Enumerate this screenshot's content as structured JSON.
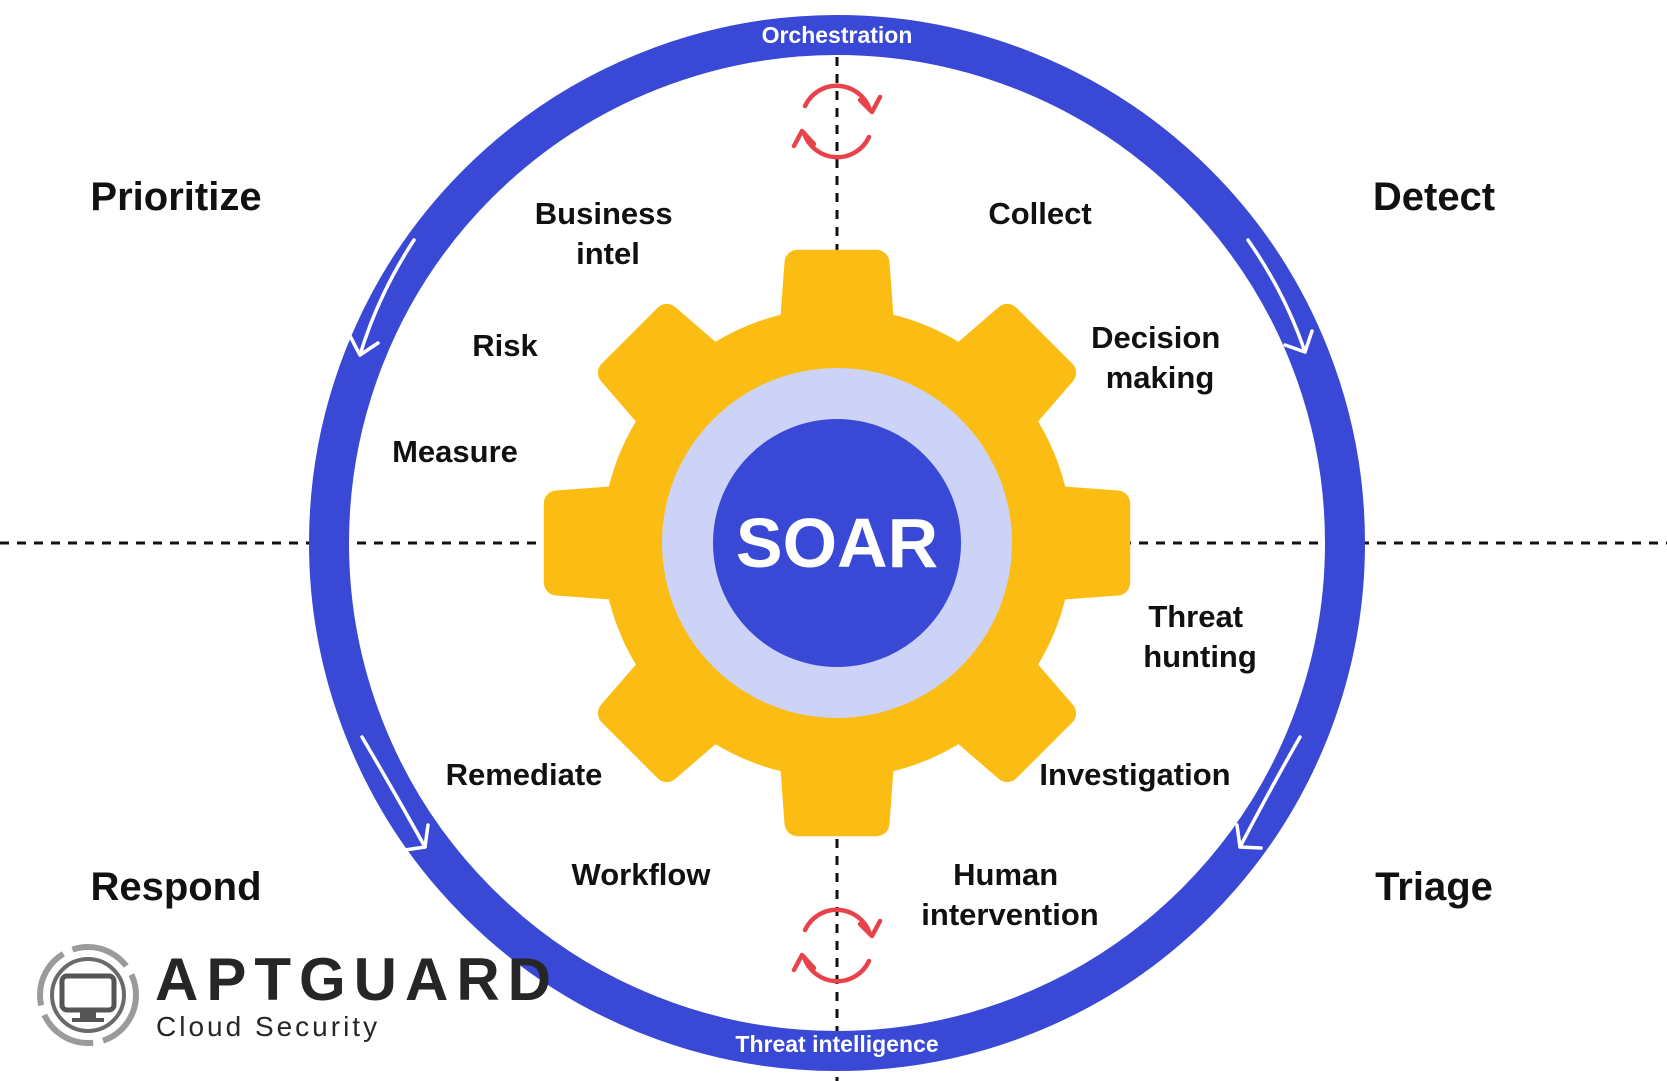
{
  "center": {
    "label": "SOAR"
  },
  "ring": {
    "top_label": "Orchestration",
    "bottom_label": "Threat intelligence"
  },
  "quadrants": {
    "top_left": "Prioritize",
    "top_right": "Detect",
    "bottom_left": "Respond",
    "bottom_right": "Triage"
  },
  "items": {
    "business_intel": [
      "Business",
      "intel"
    ],
    "risk": "Risk",
    "measure": "Measure",
    "collect": "Collect",
    "decision_making": [
      "Decision",
      "making"
    ],
    "threat_hunting": [
      "Threat",
      "hunting"
    ],
    "investigation": "Investigation",
    "human_intervention": [
      "Human",
      "intervention"
    ],
    "remediate": "Remediate",
    "workflow": "Workflow"
  },
  "logo": {
    "name": "APTGUARD",
    "tagline": "Cloud Security"
  },
  "colors": {
    "ring": "#3a48d6",
    "gear": "#fbbd13",
    "inner_ring": "#cdd2f7",
    "core": "#3a48d6",
    "cycle_arrows": "#e8424a",
    "text": "#111111"
  }
}
